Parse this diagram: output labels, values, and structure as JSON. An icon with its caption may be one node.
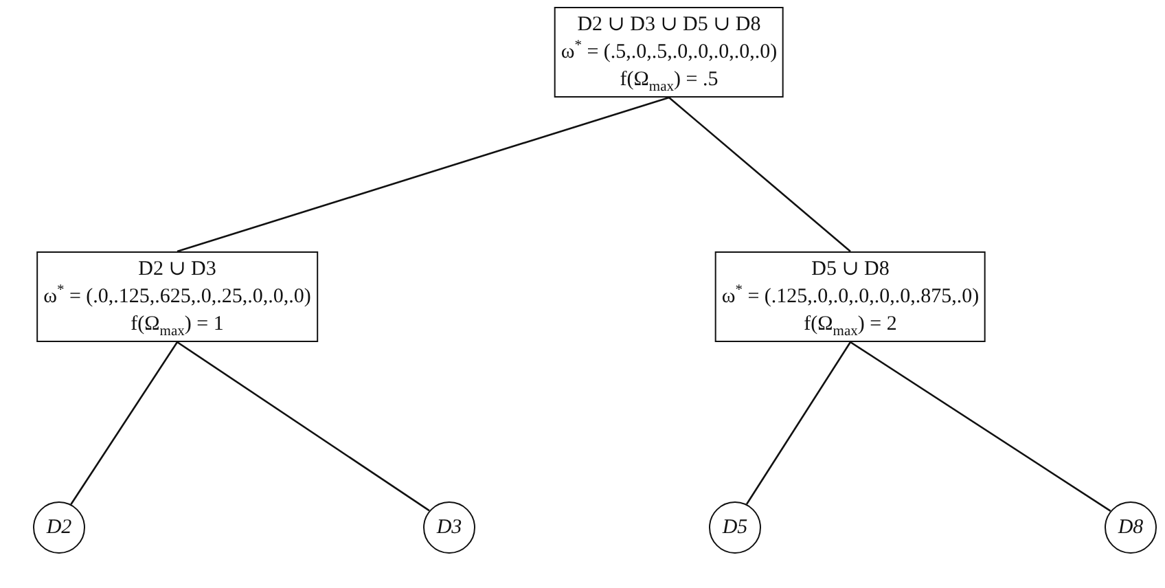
{
  "diagram": {
    "nodes": [
      {
        "text": [
          "D2 ∪ D3 ∪ D5 ∪ D8",
          "ω$^{*}$ = (.5,.0,.5,.0,.0,.0,.0,.0)",
          "f(Ω$_{max}$) = .5"
        ]
      },
      {
        "text": [
          "D2 ∪ D3",
          "ω$^{*}$ = (.0,.125,.625,.0,.25,.0,.0,.0)",
          "f(Ω$_{max}$) = 1"
        ]
      },
      {
        "text": [
          "D5 ∪ D8",
          "ω$^{*}$ = (.125,.0,.0,.0,.0,.0,.875,.0)",
          "f(Ω$_{max}$) = 2"
        ]
      },
      {
        "text": [
          "D2"
        ]
      },
      {
        "text": [
          "D3"
        ]
      },
      {
        "text": [
          "D5"
        ]
      },
      {
        "text": [
          "D8"
        ]
      }
    ],
    "edges": [
      {
        "from": 0,
        "to": 1,
        "arrow": "none"
      },
      {
        "from": 0,
        "to": 2,
        "arrow": "none"
      },
      {
        "from": 1,
        "to": 3,
        "arrow": "none"
      },
      {
        "from": 1,
        "to": 4,
        "arrow": "none"
      },
      {
        "from": 2,
        "to": 5,
        "arrow": "none"
      },
      {
        "from": 2,
        "to": 6,
        "arrow": "none"
      }
    ]
  }
}
